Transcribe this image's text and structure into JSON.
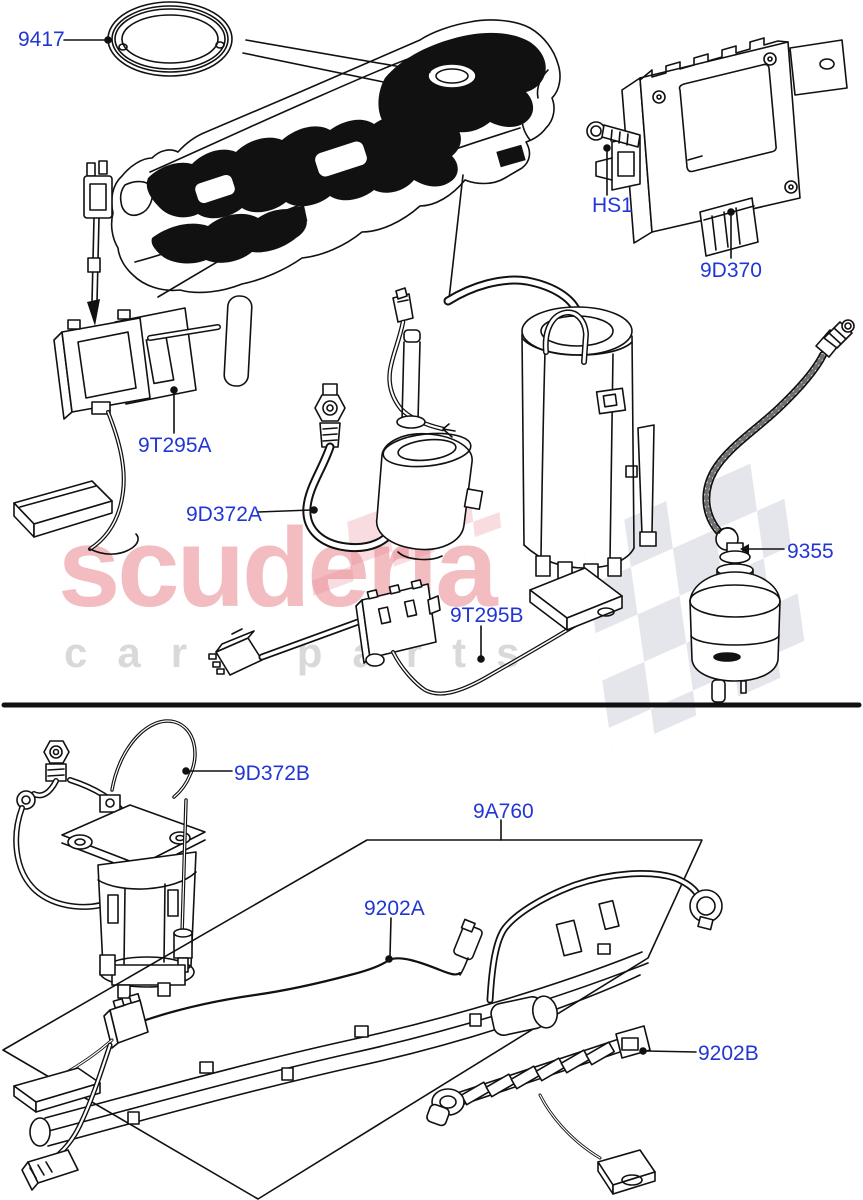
{
  "diagram": {
    "labels": {
      "ring": "9417",
      "bolt": "HS1",
      "control_module": "9D370",
      "fuel_level_sender_upper": "9T295A",
      "fuel_pump_module_upper": "9D372A",
      "fuel_damper": "9355",
      "fuel_level_sender_mid": "9T295B",
      "fuel_pump_lower": "9D372B",
      "wiring_harness": "9A760",
      "fuel_level_sensor_a": "9202A",
      "fuel_level_sensor_b": "9202B"
    },
    "watermark": {
      "brand": "scuderia",
      "tagline": "car parts",
      "brand_color": "#f2bcc0",
      "tagline_color": "#d9d9d9",
      "checker_gray": "#9aa0b4",
      "checker_pink": "#e88a94"
    },
    "colors": {
      "part_label": "#2136d4",
      "line_art": "#111111",
      "background": "#ffffff"
    }
  }
}
